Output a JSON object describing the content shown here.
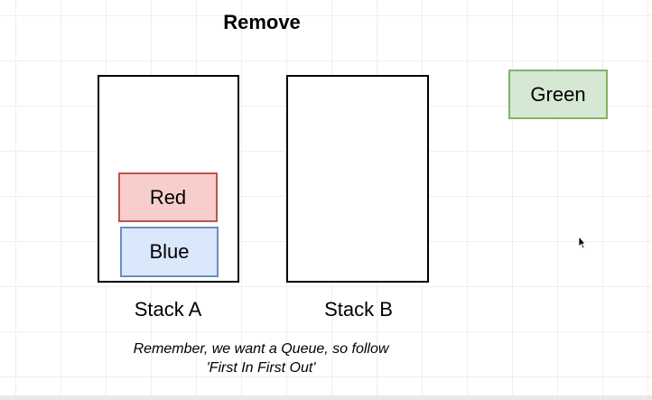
{
  "title": "Remove",
  "stacks": {
    "a": {
      "label": "Stack A",
      "items": [
        "Red",
        "Blue"
      ]
    },
    "b": {
      "label": "Stack B",
      "items": []
    }
  },
  "floating_item": "Green",
  "note": {
    "line1": "Remember, we want a Queue, so follow",
    "line2": "'First In First Out'"
  },
  "colors": {
    "red_fill": "#f8cecc",
    "red_stroke": "#b85450",
    "blue_fill": "#dae8fc",
    "blue_stroke": "#6c8ebf",
    "green_fill": "#d5e8d4",
    "green_stroke": "#82b366"
  }
}
